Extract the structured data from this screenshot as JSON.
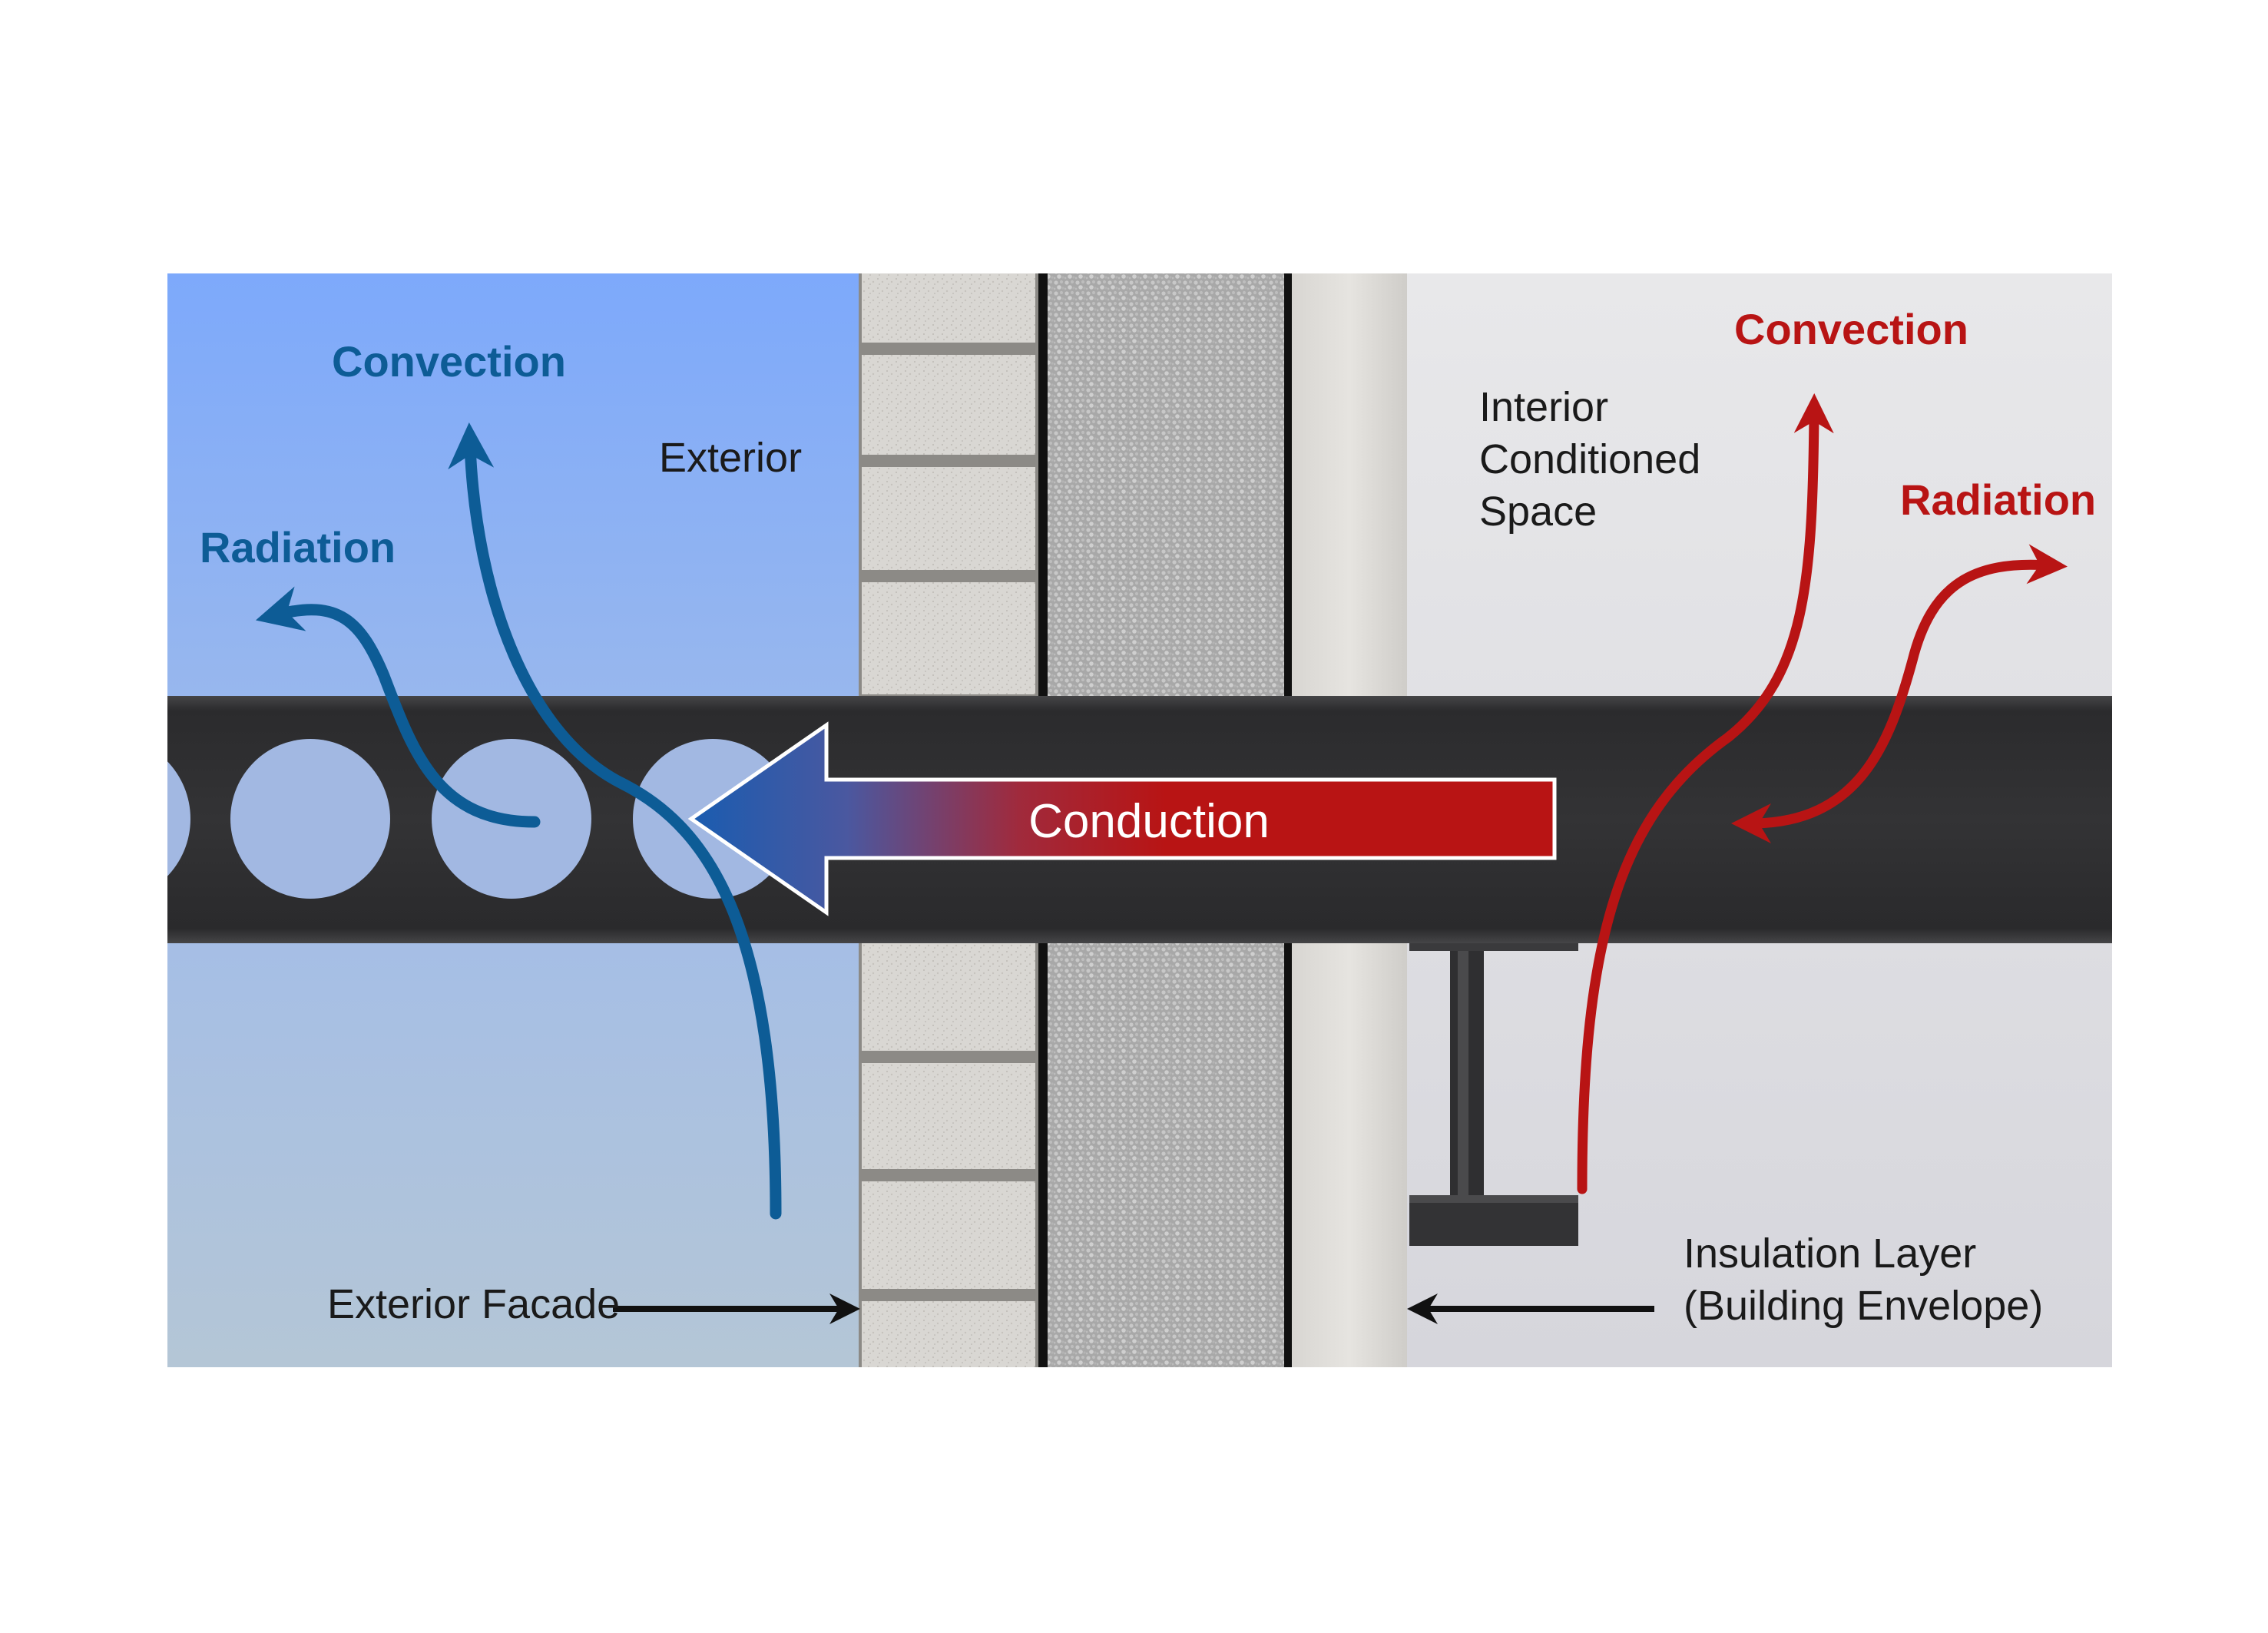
{
  "labels": {
    "exterior": "Exterior",
    "interior_line1": "Interior",
    "interior_line2": "Conditioned",
    "interior_line3": "Space",
    "exterior_facade": "Exterior Facade",
    "insulation_line1": "Insulation Layer",
    "insulation_line2": "(Building Envelope)",
    "conduction": "Conduction",
    "convection_exterior": "Convection",
    "radiation_exterior": "Radiation",
    "convection_interior": "Convection",
    "radiation_interior": "Radiation"
  },
  "colors": {
    "cold_flow": "#0d5c96",
    "warm_flow": "#b81414",
    "exterior_sky_top": "#7da9fb",
    "exterior_sky_bottom": "#b4c6d6",
    "interior_wall": "#e4e4e8",
    "steel_beam": "#2e2e30",
    "annotation": "#111111"
  }
}
